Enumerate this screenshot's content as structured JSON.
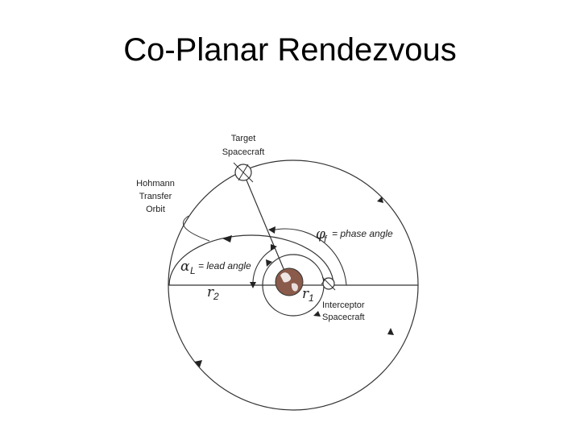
{
  "slide": {
    "title": "Co-Planar Rendezvous"
  },
  "diagram": {
    "labels": {
      "target_line1": "Target",
      "target_line2": "Spacecraft",
      "hohmann_line1": "Hohmann",
      "hohmann_line2": "Transfer",
      "hohmann_line3": "Orbit",
      "phase_symbol": "φ",
      "phase_subscript": "f",
      "phase_text": "= phase angle",
      "lead_symbol": "α",
      "lead_subscript": "L",
      "lead_text": "= lead angle",
      "r2_symbol": "r",
      "r2_subscript": "2",
      "r1_symbol": "r",
      "r1_subscript": "1",
      "interceptor_line1": "Interceptor",
      "interceptor_line2": "Spacecraft"
    },
    "icons": {
      "earth": "earth-icon",
      "target": "target-spacecraft-icon",
      "interceptor": "interceptor-spacecraft-icon"
    },
    "colors": {
      "earth": "#8a5a4a",
      "lines": "#333333"
    }
  }
}
